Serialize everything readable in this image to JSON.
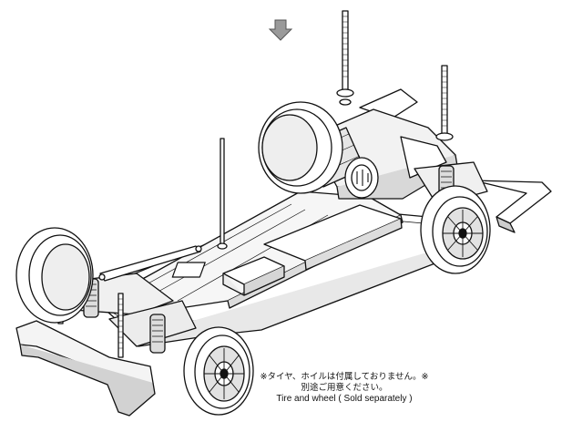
{
  "instruction": {
    "arrow_icon": "down-arrow-icon",
    "arrow_color": "#9a9a9a",
    "line_color": "#111111"
  },
  "note": {
    "japanese_line1": "※タイヤ、ホイルは付属しておりません。※",
    "japanese_line2": "別途ご用意ください。",
    "english": "Tire and wheel ( Sold separately )"
  }
}
